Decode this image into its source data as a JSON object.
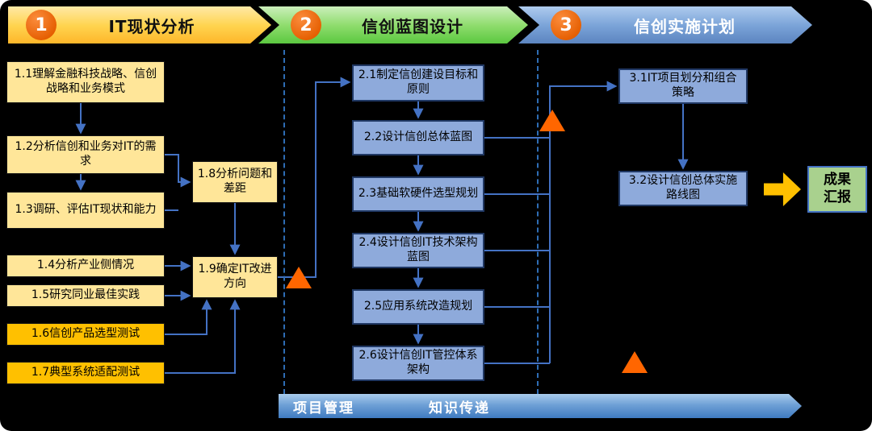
{
  "phases": [
    {
      "number": "1",
      "title": "IT现状分析"
    },
    {
      "number": "2",
      "title": "信创蓝图设计"
    },
    {
      "number": "3",
      "title": "信创实施计划"
    }
  ],
  "phase1": {
    "boxes": [
      {
        "label": "1.1理解金融科技战略、信创战略和业务模式"
      },
      {
        "label": "1.2分析信创和业务对IT的需求"
      },
      {
        "label": "1.3调研、评估IT现状和能力"
      },
      {
        "label": "1.4分析产业侧情况"
      },
      {
        "label": "1.5研究同业最佳实践"
      },
      {
        "label": "1.6信创产品选型测试"
      },
      {
        "label": "1.7典型系统适配测试"
      },
      {
        "label": "1.8分析问题和差距"
      },
      {
        "label": "1.9确定IT改进方向"
      }
    ]
  },
  "phase2": {
    "boxes": [
      {
        "label": "2.1制定信创建设目标和原则"
      },
      {
        "label": "2.2设计信创总体蓝图"
      },
      {
        "label": "2.3基础软硬件选型规划"
      },
      {
        "label": "2.4设计信创IT技术架构蓝图"
      },
      {
        "label": "2.5应用系统改造规划"
      },
      {
        "label": "2.6设计信创IT管控体系架构"
      }
    ]
  },
  "phase3": {
    "boxes": [
      {
        "label": "3.1IT项目划分和组合策略"
      },
      {
        "label": "3.2设计信创总体实施路线图"
      }
    ]
  },
  "result": {
    "label": "成果汇报"
  },
  "bottom_bar": {
    "labels": [
      "项目管理",
      "知识传递"
    ]
  },
  "colors": {
    "background": "#000000",
    "phase1_banner": "#FFD44F",
    "phase2_banner": "#8EDC6C",
    "phase3_banner": "#7AA3D8",
    "phase1_box": "#FFE699",
    "phase1_highlight_box": "#FFC000",
    "phase2_box": "#8EAADB",
    "result_box": "#A9D18E",
    "connector": "#4472C4",
    "milestone_triangle": "#FF6600",
    "phase_badge": "#E55E00"
  }
}
